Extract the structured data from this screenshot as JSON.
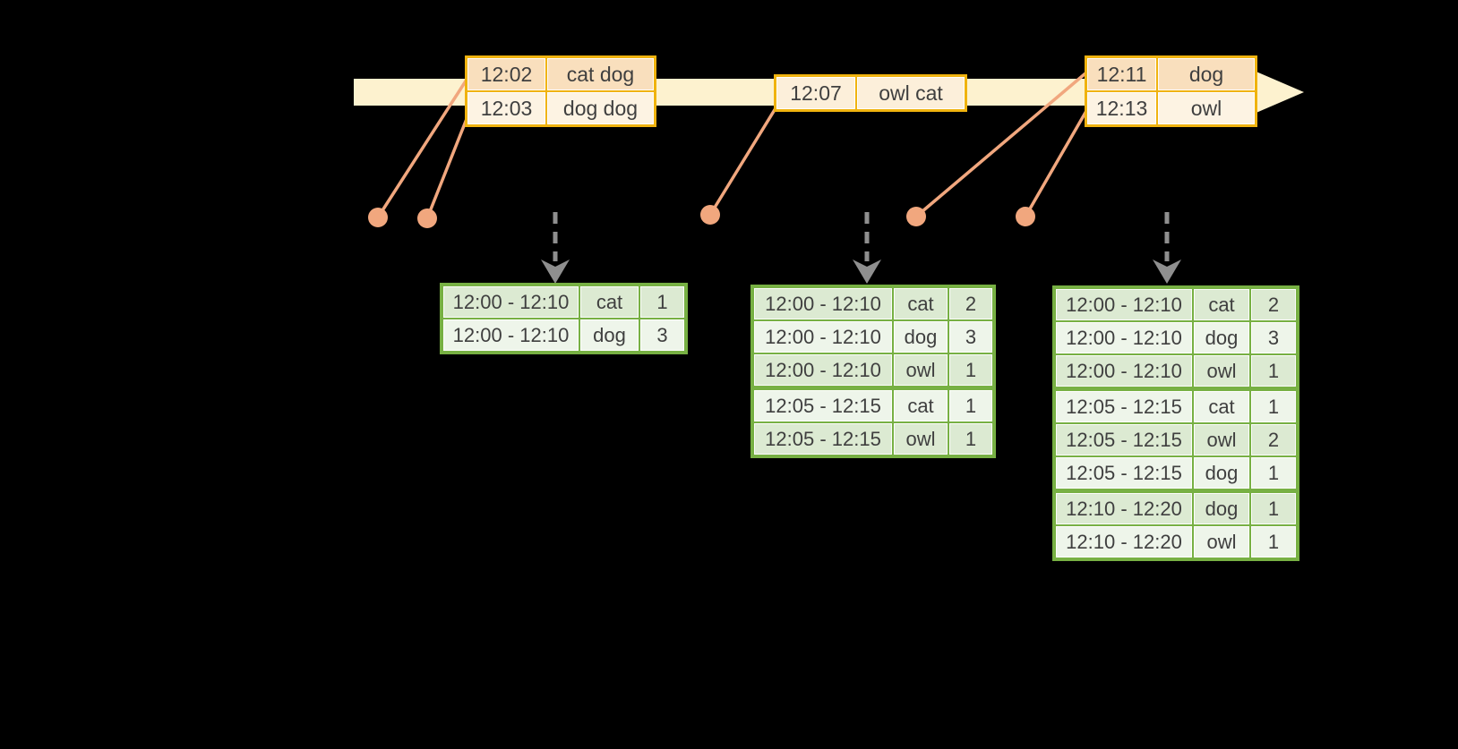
{
  "colors": {
    "background": "#000000",
    "timeline": "#fdf2cf",
    "event_border": "#f0b30f",
    "event_row_dark": "#f9dfbd",
    "event_row_light": "#fdf3e3",
    "marker": "#f1a77e",
    "trigger_arrow": "#8f8f8f",
    "result_border": "#77b043",
    "result_row_dark": "#dcead2",
    "result_row_light": "#eef5ea"
  },
  "icons": {
    "timeline_arrow": "right-pointing block arrow (CSS/SVG polygon)",
    "event_marker": "filled circle dot",
    "trigger_arrow": "dashed vertical arrow with chevron head"
  },
  "event_tables": [
    {
      "rows": [
        [
          "12:02",
          "cat dog"
        ],
        [
          "12:03",
          "dog dog"
        ]
      ]
    },
    {
      "rows": [
        [
          "12:07",
          "owl cat"
        ]
      ]
    },
    {
      "rows": [
        [
          "12:11",
          "dog"
        ],
        [
          "12:13",
          "owl"
        ]
      ]
    }
  ],
  "result_tables": [
    {
      "rows": [
        [
          "12:00 - 12:10",
          "cat",
          "1"
        ],
        [
          "12:00 - 12:10",
          "dog",
          "3"
        ]
      ]
    },
    {
      "rows": [
        [
          "12:00 - 12:10",
          "cat",
          "2"
        ],
        [
          "12:00 - 12:10",
          "dog",
          "3"
        ],
        [
          "12:00 - 12:10",
          "owl",
          "1"
        ],
        [
          "12:05 - 12:15",
          "cat",
          "1"
        ],
        [
          "12:05 - 12:15",
          "owl",
          "1"
        ]
      ]
    },
    {
      "rows": [
        [
          "12:00 - 12:10",
          "cat",
          "2"
        ],
        [
          "12:00 - 12:10",
          "dog",
          "3"
        ],
        [
          "12:00 - 12:10",
          "owl",
          "1"
        ],
        [
          "12:05 - 12:15",
          "cat",
          "1"
        ],
        [
          "12:05 - 12:15",
          "owl",
          "2"
        ],
        [
          "12:05 - 12:15",
          "dog",
          "1"
        ],
        [
          "12:10 - 12:20",
          "dog",
          "1"
        ],
        [
          "12:10 - 12:20",
          "owl",
          "1"
        ]
      ]
    }
  ]
}
